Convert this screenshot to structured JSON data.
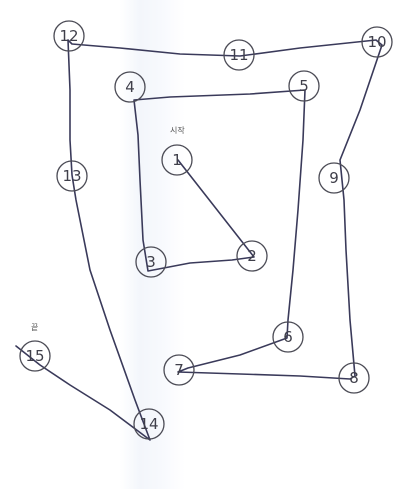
{
  "labels": {
    "start": "시작",
    "end": "끝"
  },
  "nodes": [
    {
      "label": "1"
    },
    {
      "label": "2"
    },
    {
      "label": "3"
    },
    {
      "label": "4"
    },
    {
      "label": "5"
    },
    {
      "label": "6"
    },
    {
      "label": "7"
    },
    {
      "label": "8"
    },
    {
      "label": "9"
    },
    {
      "label": "10"
    },
    {
      "label": "11"
    },
    {
      "label": "12"
    },
    {
      "label": "13"
    },
    {
      "label": "14"
    },
    {
      "label": "15"
    }
  ],
  "colors": {
    "ink": "#3a3a5a",
    "circle": "#4b4b55"
  }
}
